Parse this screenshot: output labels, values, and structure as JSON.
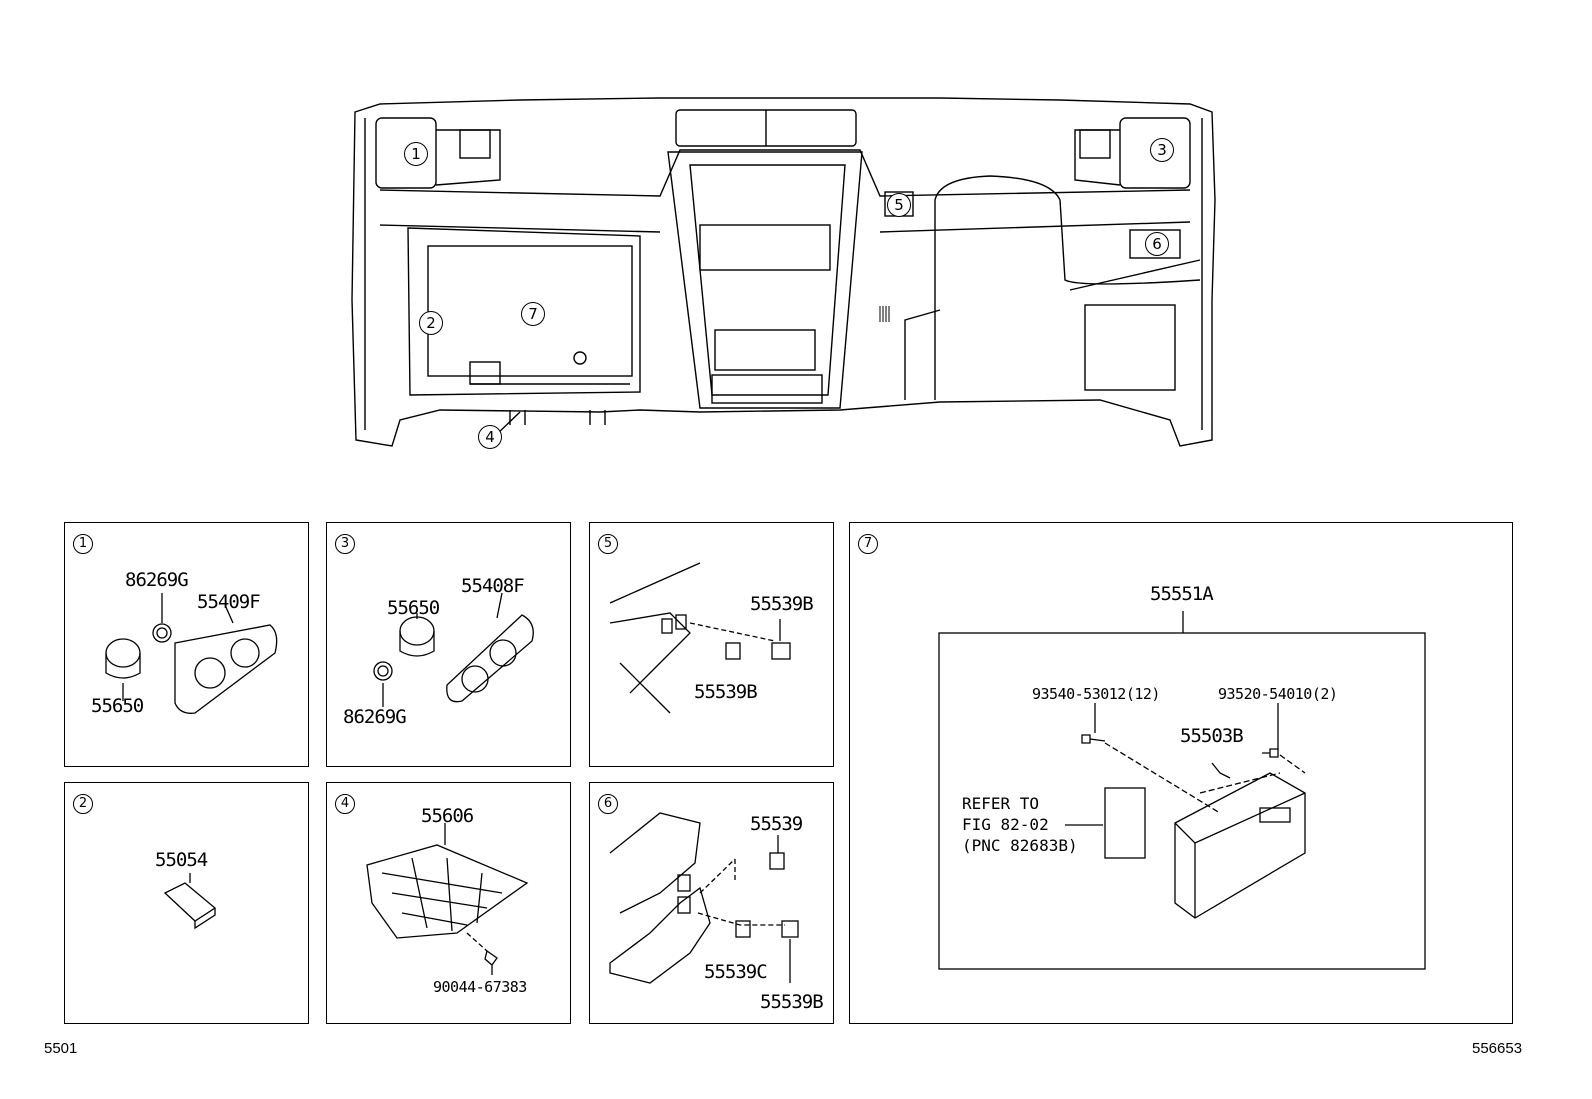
{
  "diagram": {
    "callouts": [
      "1",
      "2",
      "3",
      "4",
      "5",
      "6",
      "7"
    ],
    "panels": {
      "p1": {
        "label": "1",
        "parts": {
          "a": "86269G",
          "b": "55409F",
          "c": "55650"
        }
      },
      "p3": {
        "label": "3",
        "parts": {
          "a": "55650",
          "b": "55408F",
          "c": "86269G"
        }
      },
      "p5": {
        "label": "5",
        "parts": {
          "a": "55539B",
          "b": "55539B"
        }
      },
      "p7": {
        "label": "7",
        "parts": {
          "a": "55551A",
          "b": "93540-53012(12)",
          "c": "93520-54010(2)",
          "d": "55503B"
        },
        "refer": "REFER TO\nFIG 82-02\n(PNC 82683B)"
      },
      "p2": {
        "label": "2",
        "parts": {
          "a": "55054"
        }
      },
      "p4": {
        "label": "4",
        "parts": {
          "a": "55606",
          "b": "90044-67383"
        }
      },
      "p6": {
        "label": "6",
        "parts": {
          "a": "55539",
          "b": "55539C",
          "c": "55539B"
        }
      }
    }
  },
  "footer": {
    "left": "5501",
    "right": "556653"
  }
}
